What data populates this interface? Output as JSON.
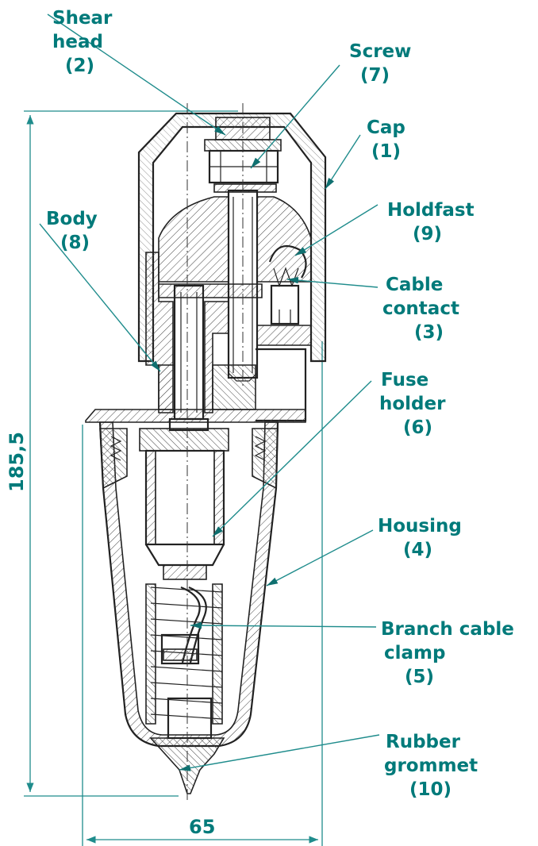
{
  "labels": {
    "shear_head": [
      "Shear",
      "head",
      "(2)"
    ],
    "screw": [
      "Screw",
      "(7)"
    ],
    "cap": [
      "Cap",
      "(1)"
    ],
    "body": [
      "Body",
      "(8)"
    ],
    "holdfast": [
      "Holdfast",
      "(9)"
    ],
    "cable_contact": [
      "Cable",
      "contact",
      "(3)"
    ],
    "fuse_holder": [
      "Fuse",
      "holder",
      "(6)"
    ],
    "housing": [
      "Housing",
      "(4)"
    ],
    "branch_cable_clamp": [
      "Branch cable",
      "clamp",
      "(5)"
    ],
    "rubber_grommet": [
      "Rubber",
      "grommet",
      "(10)"
    ]
  },
  "dimensions": {
    "height": "185,5",
    "width": "65"
  },
  "colors": {
    "label": "#007a7a",
    "leader": "#1f8c8c",
    "drawing": "#222222"
  }
}
